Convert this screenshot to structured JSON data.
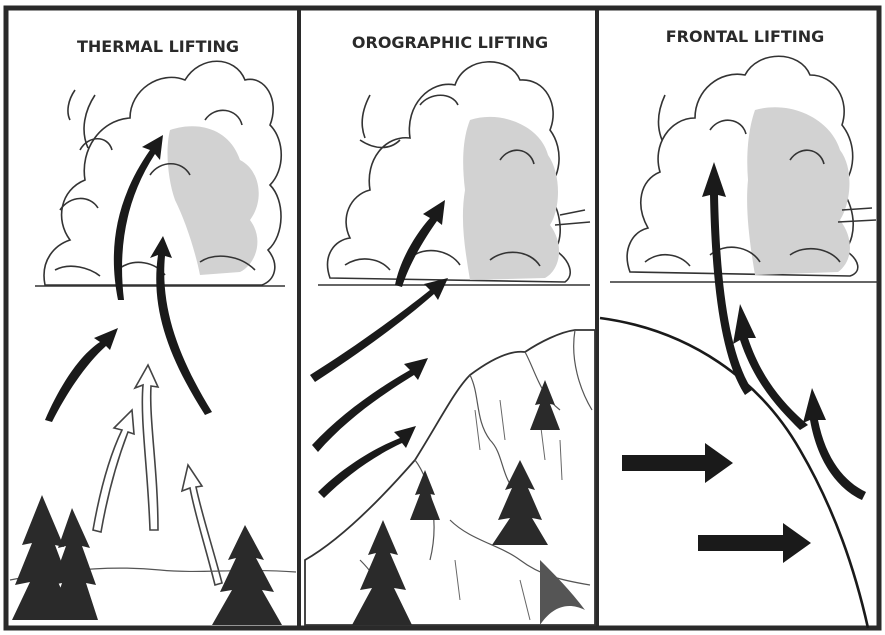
{
  "panels": [
    {
      "title": "THERMAL LIFTING"
    },
    {
      "title": "OROGRAPHIC LIFTING"
    },
    {
      "title": "FRONTAL LIFTING"
    }
  ],
  "colors": {
    "ink": "#1a1a1a",
    "cloud_shade": "#c9c9c9",
    "arrow_outline": "#444444",
    "border": "#2a2a2a"
  }
}
